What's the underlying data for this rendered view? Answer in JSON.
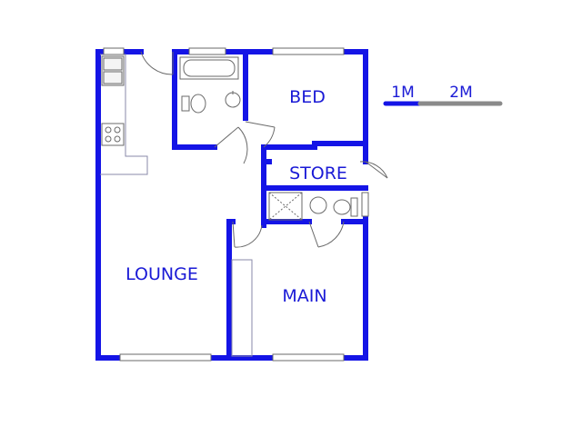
{
  "colors": {
    "wall": "#1414e6",
    "fixture": "#6a6a6a",
    "outline": "#8a8aa8",
    "label": "#1a1ad6",
    "scale_primary": "#1414e6",
    "scale_secondary": "#8a8a8a"
  },
  "rooms": {
    "bed": "BED",
    "store": "STORE",
    "lounge": "LOUNGE",
    "main": "MAIN"
  },
  "scale_bar": {
    "label_1": "1M",
    "label_2": "2M"
  }
}
